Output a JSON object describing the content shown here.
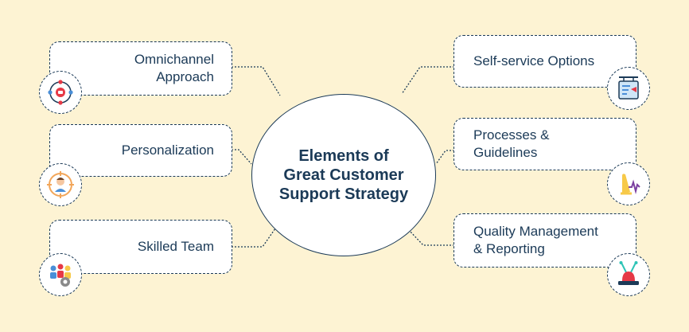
{
  "center": {
    "title": "Elements of\nGreat Customer\nSupport Strategy"
  },
  "left_items": [
    {
      "label": "Omnichannel\nApproach",
      "icon": "omnichannel-icon"
    },
    {
      "label": "Personalization",
      "icon": "personalization-icon"
    },
    {
      "label": "Skilled Team",
      "icon": "team-icon"
    }
  ],
  "right_items": [
    {
      "label": "Self-service Options",
      "icon": "signboard-icon"
    },
    {
      "label": "Processes &\nGuidelines",
      "icon": "guidelines-icon"
    },
    {
      "label": "Quality Management\n& Reporting",
      "icon": "alarm-icon"
    }
  ],
  "colors": {
    "background": "#fdf3d3",
    "ink": "#1b3a57",
    "accent_red": "#e63946",
    "accent_blue": "#4a8fd8",
    "accent_yellow": "#f7c948",
    "accent_purple": "#7b3fa0"
  }
}
